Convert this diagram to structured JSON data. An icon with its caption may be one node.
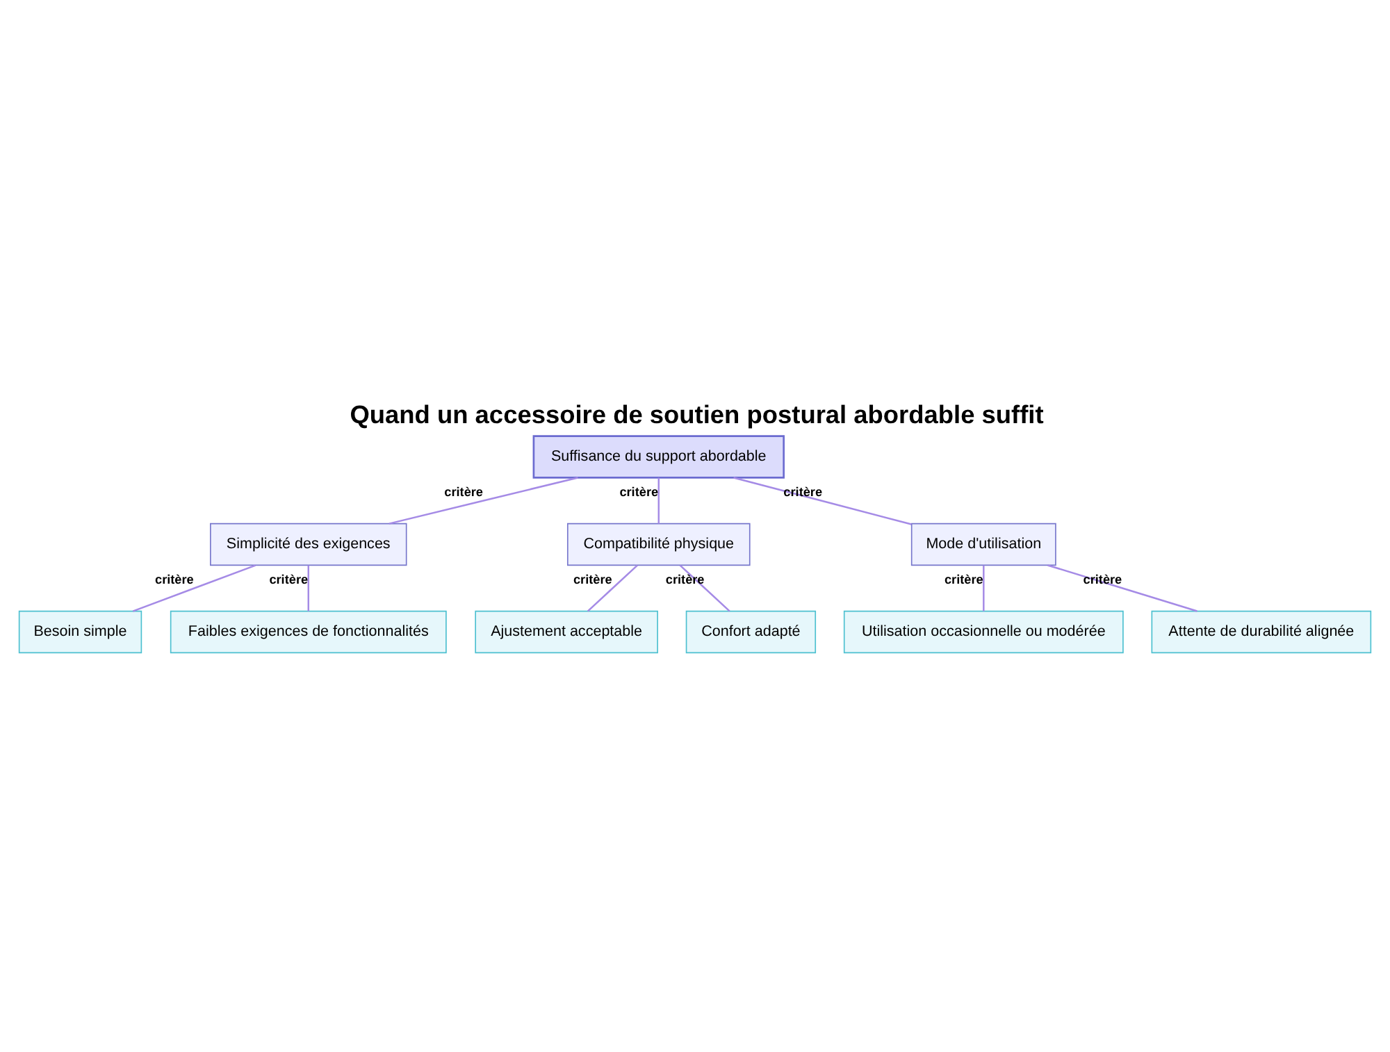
{
  "diagram": {
    "title": "Quand un accessoire de soutien postural abordable suffit",
    "nodes": [
      {
        "text": [
          "Suffisance du support abordable"
        ]
      },
      {
        "text": [
          "Simplicité des exigences"
        ]
      },
      {
        "text": [
          "Compatibilité physique"
        ]
      },
      {
        "text": [
          "Mode d'utilisation"
        ]
      },
      {
        "text": [
          "Besoin simple"
        ]
      },
      {
        "text": [
          "Faibles exigences de fonctionnalités"
        ]
      },
      {
        "text": [
          "Ajustement acceptable"
        ]
      },
      {
        "text": [
          "Confort adapté"
        ]
      },
      {
        "text": [
          "Utilisation occasionnelle ou modérée"
        ]
      },
      {
        "text": [
          "Attente de durabilité alignée"
        ]
      }
    ],
    "edges": [
      {
        "from": 0,
        "to": 1,
        "arrow": "none",
        "label": "critère"
      },
      {
        "from": 0,
        "to": 2,
        "arrow": "none",
        "label": "critère"
      },
      {
        "from": 0,
        "to": 3,
        "arrow": "none",
        "label": "critère"
      },
      {
        "from": 1,
        "to": 4,
        "arrow": "none",
        "label": "critère"
      },
      {
        "from": 1,
        "to": 5,
        "arrow": "none",
        "label": "critère"
      },
      {
        "from": 2,
        "to": 6,
        "arrow": "none",
        "label": "critère"
      },
      {
        "from": 2,
        "to": 7,
        "arrow": "none",
        "label": "critère"
      },
      {
        "from": 3,
        "to": 8,
        "arrow": "none",
        "label": "critère"
      },
      {
        "from": 3,
        "to": 9,
        "arrow": "none",
        "label": "critère"
      }
    ]
  }
}
